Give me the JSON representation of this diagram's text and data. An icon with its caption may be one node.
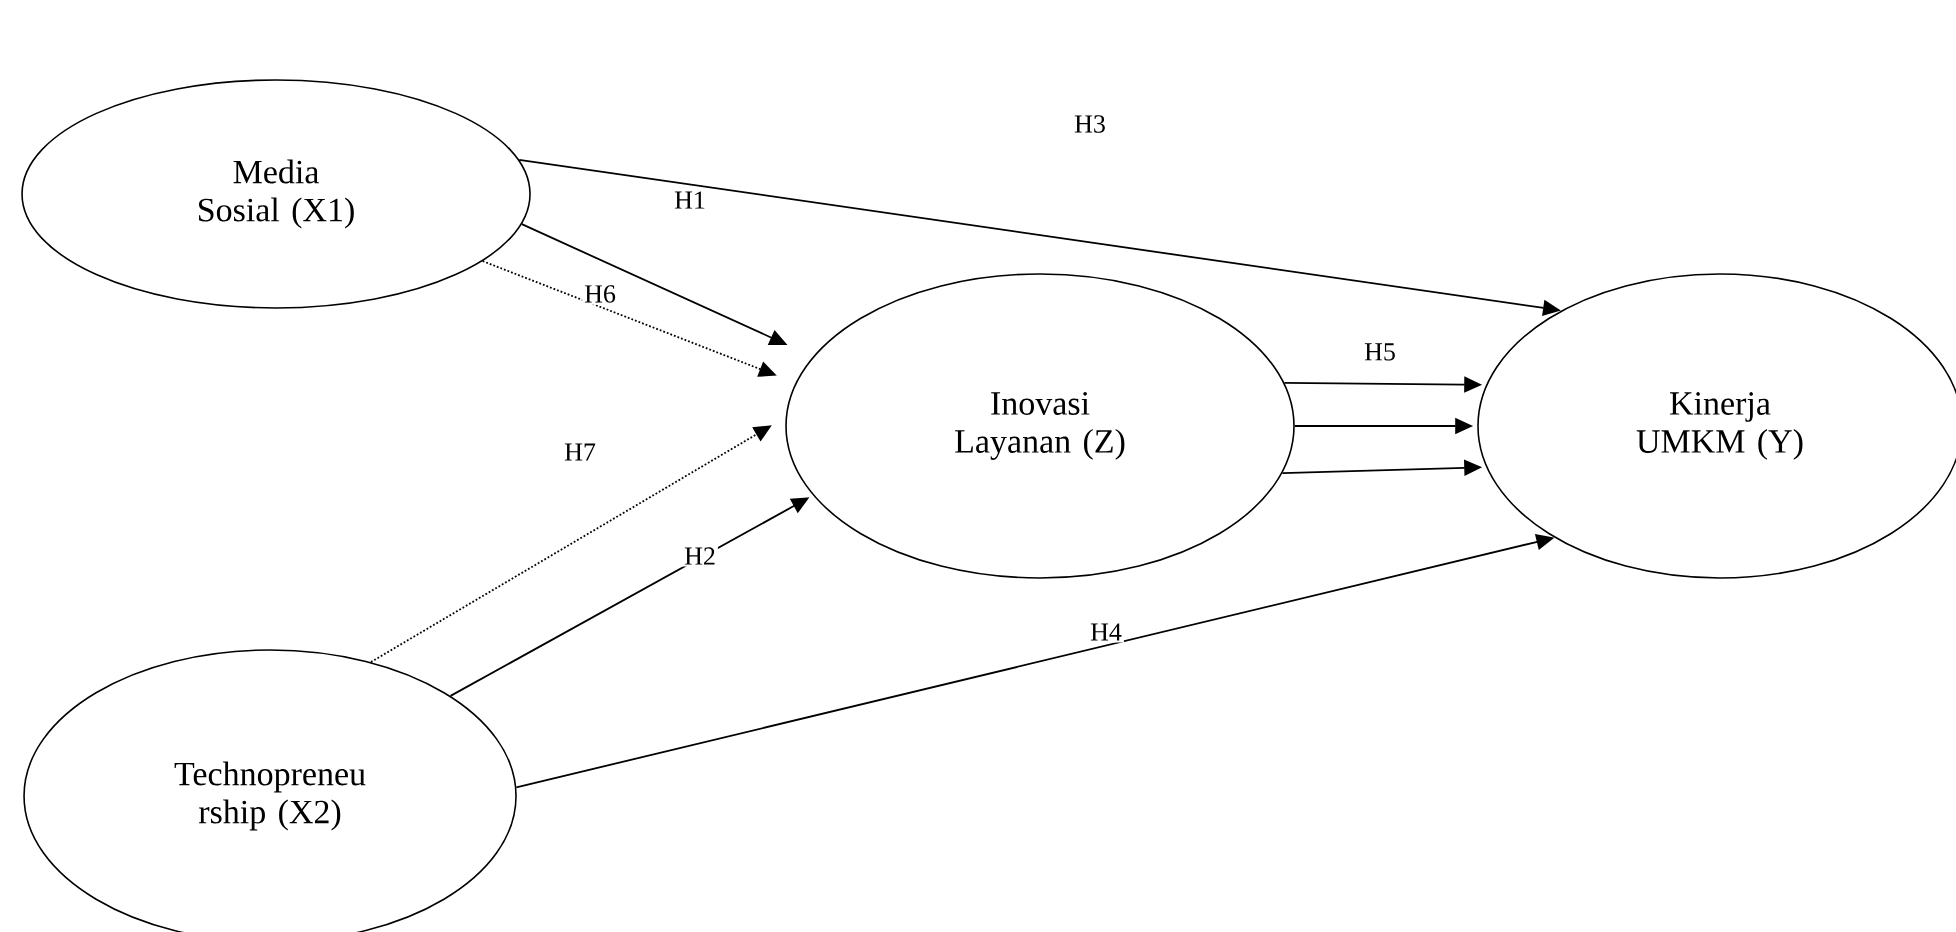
{
  "diagram": {
    "nodes": [
      {
        "text": [
          "Media Sosial (X1)"
        ]
      },
      {
        "text": [
          "Inovasi Layanan (Z)"
        ]
      },
      {
        "text": [
          "Kinerja UMKM (Y)"
        ]
      },
      {
        "text": [
          "Technopreneu rship (X2)"
        ]
      }
    ],
    "edges": [
      {
        "from": 0,
        "to": 2,
        "arrow": "to",
        "label": "H1"
      },
      {
        "from": 0,
        "to": 1,
        "arrow": "to",
        "label": "H6"
      },
      {
        "from": 0,
        "to": 1,
        "arrow": "to",
        "style": "dashed"
      },
      {
        "from": 3,
        "to": 1,
        "arrow": "to",
        "style": "dashed"
      },
      {
        "from": 3,
        "to": 1,
        "arrow": "to",
        "label": "H2"
      },
      {
        "from": 3,
        "to": 2,
        "arrow": "to",
        "label": "H4"
      },
      {
        "from": 1,
        "to": 2,
        "arrow": "to",
        "label": "H5"
      },
      {
        "from": 1,
        "to": 2,
        "arrow": "to"
      },
      {
        "from": 1,
        "to": 2,
        "arrow": "to"
      }
    ],
    "labels": [
      "H3",
      "H7"
    ]
  }
}
